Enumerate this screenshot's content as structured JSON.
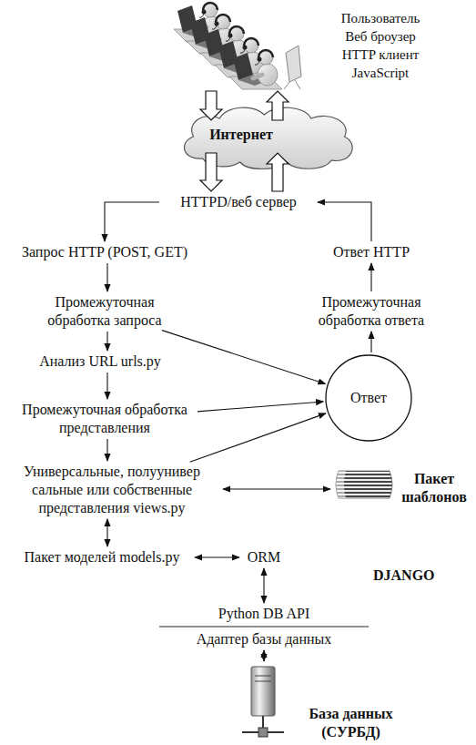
{
  "diagram": {
    "nodes": [
      {
        "text": [
          "Пользователь Веб броузер HTTP клиент JavaScript"
        ]
      },
      {
        "text": [
          "Интернет"
        ]
      },
      {
        "text": [
          "HTTPD/веб сервер"
        ]
      },
      {
        "text": [
          "Запрос HTTP (POST, GET)"
        ]
      },
      {
        "text": [
          "Ответ HTTP"
        ]
      },
      {
        "text": [
          "Промежуточная обработка запроса"
        ]
      },
      {
        "text": [
          "Промежуточная обработка ответа"
        ]
      },
      {
        "text": [
          "Анализ URL urls.py"
        ]
      },
      {
        "text": [
          "Ответ"
        ]
      },
      {
        "text": [
          "Промежуточная обработка представления"
        ]
      },
      {
        "text": [
          "Универсальные, полуунивер сальные или собственные представления views.py"
        ]
      },
      {
        "text": [
          "Пакет шаблонов"
        ]
      },
      {
        "text": [
          "Пакет моделей models.py"
        ]
      },
      {
        "text": [
          "ORM"
        ]
      },
      {
        "text": [
          "Python DB API",
          "Адаптер базы данных"
        ]
      },
      {
        "text": [
          "База данных (СУРБД)"
        ]
      }
    ],
    "edges": [
      {
        "from": 0,
        "to": 1,
        "arrow": "to"
      },
      {
        "from": 1,
        "to": 0,
        "arrow": "to"
      },
      {
        "from": 1,
        "to": 2,
        "arrow": "to"
      },
      {
        "from": 2,
        "to": 1,
        "arrow": "to"
      },
      {
        "from": 2,
        "to": 3,
        "arrow": "to"
      },
      {
        "from": 3,
        "to": 5,
        "arrow": "to"
      },
      {
        "from": 5,
        "to": 7,
        "arrow": "to"
      },
      {
        "from": 7,
        "to": 9,
        "arrow": "to"
      },
      {
        "from": 9,
        "to": 10,
        "arrow": "to"
      },
      {
        "from": 10,
        "to": 12,
        "arrow": "both"
      },
      {
        "from": 10,
        "to": 11,
        "arrow": "both"
      },
      {
        "from": 12,
        "to": 13,
        "arrow": "both"
      },
      {
        "from": 13,
        "to": 14,
        "arrow": "both"
      },
      {
        "from": 14,
        "to": 15,
        "arrow": "both"
      },
      {
        "from": 5,
        "to": 8,
        "arrow": "to"
      },
      {
        "from": 9,
        "to": 8,
        "arrow": "to"
      },
      {
        "from": 10,
        "to": 8,
        "arrow": "to"
      },
      {
        "from": 8,
        "to": 6,
        "arrow": "to"
      },
      {
        "from": 6,
        "to": 4,
        "arrow": "to"
      },
      {
        "from": 4,
        "to": 2,
        "arrow": "to"
      }
    ],
    "labels": [
      "DJANGO"
    ]
  }
}
